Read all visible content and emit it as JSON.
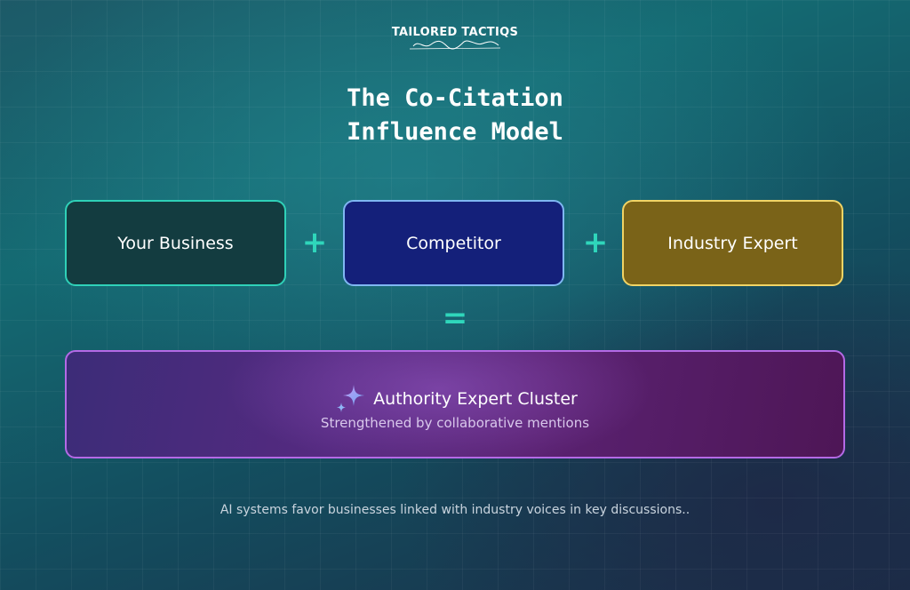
{
  "logo": {
    "text": "TAILORED TACTIQS"
  },
  "title": {
    "line1": "The Co-Citation",
    "line2": "Influence Model"
  },
  "boxes": [
    {
      "label": "Your Business",
      "color": "#133c40",
      "border": "#2fd1b8"
    },
    {
      "label": "Competitor",
      "color": "#14207a",
      "border": "#7fb7f2"
    },
    {
      "label": "Industry Expert",
      "color": "#7a6318",
      "border": "#f1d465"
    }
  ],
  "operators": {
    "plus": "+",
    "equals": "="
  },
  "cluster": {
    "icon": "sparkle-icon",
    "title": "Authority Expert Cluster",
    "subtitle": "Strengthened by collaborative mentions",
    "border": "#b46ae6"
  },
  "caption": "AI systems favor businesses linked with industry voices in key discussions.."
}
